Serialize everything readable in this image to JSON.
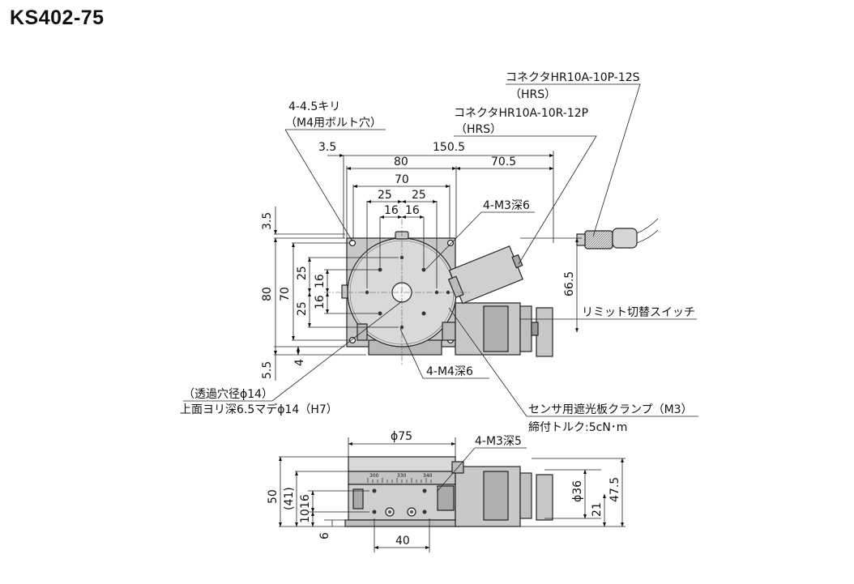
{
  "title": "KS402-75",
  "callouts": {
    "connector_top": "コネクタHR10A-10P-12S",
    "connector_top_maker": "（HRS）",
    "connector_mid": "コネクタHR10A-10R-12P",
    "connector_mid_maker": "（HRS）",
    "mount_holes": "4-4.5キリ",
    "mount_holes_sub": "（M4用ボルト穴）",
    "tap_m3_top": "4-M3深6",
    "tap_m4": "4-M4深6",
    "limit_switch": "リミット切替スイッチ",
    "through_hole": "（透過穴径ϕ14）",
    "counterbore": "上面ヨリ深6.5マデϕ14（H7）",
    "sensor_clamp": "センサ用遮光板クランプ（M3）",
    "torque": "締付トルク:5cN･m",
    "tap_m3_front": "4-M3深5"
  },
  "dims_top": {
    "d3_5_top": "3.5",
    "d150_5": "150.5",
    "d80": "80",
    "d70_5": "70.5",
    "d70": "70",
    "d25_left": "25",
    "d25_right": "25",
    "d16_left": "16",
    "d16_right": "16",
    "v3_5": "3.5",
    "v80": "80",
    "v70": "70",
    "v25_top": "25",
    "v16_top": "16",
    "v16_bottom": "16",
    "v25_bottom": "25",
    "v66_5": "66.5",
    "v5_5": "5.5",
    "v4": "4"
  },
  "dims_front": {
    "phi75": "ϕ75",
    "v50": "50",
    "v41": "(41)",
    "v10": "10",
    "v16": "16",
    "v6": "6",
    "h40": "40",
    "phi36": "ϕ36",
    "v21": "21",
    "v47_5": "47.5"
  },
  "scale_marks": {
    "s1": "300",
    "s2": "330",
    "s3": "340"
  }
}
